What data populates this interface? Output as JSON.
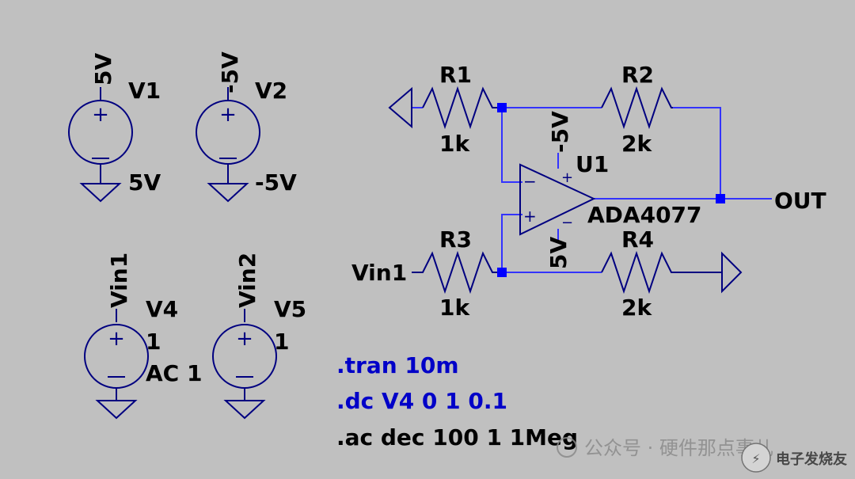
{
  "colors": {
    "background": "#c0c0c0",
    "wire": "#3333ff",
    "component": "#000080",
    "junction": "#0000ff",
    "text": "#000000",
    "directive_active": "#0000c8",
    "directive_comment": "#000000",
    "watermark": "#8a8a8a"
  },
  "sources": {
    "v1": {
      "name": "V1",
      "net": "5V",
      "value": "5V"
    },
    "v2": {
      "name": "V2",
      "net": "-5V",
      "value": "-5V"
    },
    "v4": {
      "name": "V4",
      "net": "Vin1",
      "value": "1",
      "ac": "AC 1"
    },
    "v5": {
      "name": "V5",
      "net": "Vin2",
      "value": "1"
    }
  },
  "resistors": {
    "r1": {
      "name": "R1",
      "value": "1k"
    },
    "r2": {
      "name": "R2",
      "value": "2k"
    },
    "r3": {
      "name": "R3",
      "value": "1k"
    },
    "r4": {
      "name": "R4",
      "value": "2k"
    }
  },
  "opamp": {
    "name": "U1",
    "model": "ADA4077",
    "pos_supply": "5V",
    "neg_supply": "-5V",
    "plus_sign": "+",
    "minus_sign": "−"
  },
  "nets": {
    "out": "OUT",
    "input": "Vin1"
  },
  "directives": [
    {
      "text": ".tran 10m",
      "active": true
    },
    {
      "text": ".dc V4 0 1 0.1",
      "active": true
    },
    {
      "text": ".ac dec 100 1 1Meg",
      "active": false
    }
  ],
  "watermark": {
    "text": "公众号 · 硬件那点事儿",
    "logo": "电子发烧友"
  }
}
